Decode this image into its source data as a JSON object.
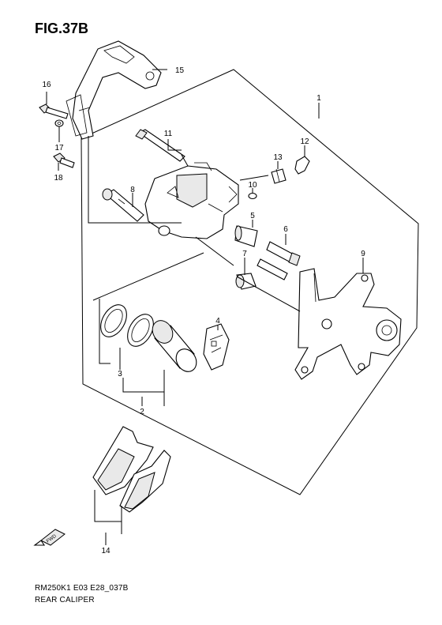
{
  "figure": {
    "title": "FIG.37B",
    "code": "RM250K1 E03 E28_037B",
    "name": "REAR CALIPER"
  },
  "callouts": [
    {
      "number": "1"
    },
    {
      "number": "2"
    },
    {
      "number": "3"
    },
    {
      "number": "4"
    },
    {
      "number": "5"
    },
    {
      "number": "6"
    },
    {
      "number": "7"
    },
    {
      "number": "8"
    },
    {
      "number": "9"
    },
    {
      "number": "10"
    },
    {
      "number": "11"
    },
    {
      "number": "12"
    },
    {
      "number": "13"
    },
    {
      "number": "14"
    },
    {
      "number": "15"
    },
    {
      "number": "16"
    },
    {
      "number": "17"
    },
    {
      "number": "18"
    }
  ],
  "forward_badge": "FWD"
}
